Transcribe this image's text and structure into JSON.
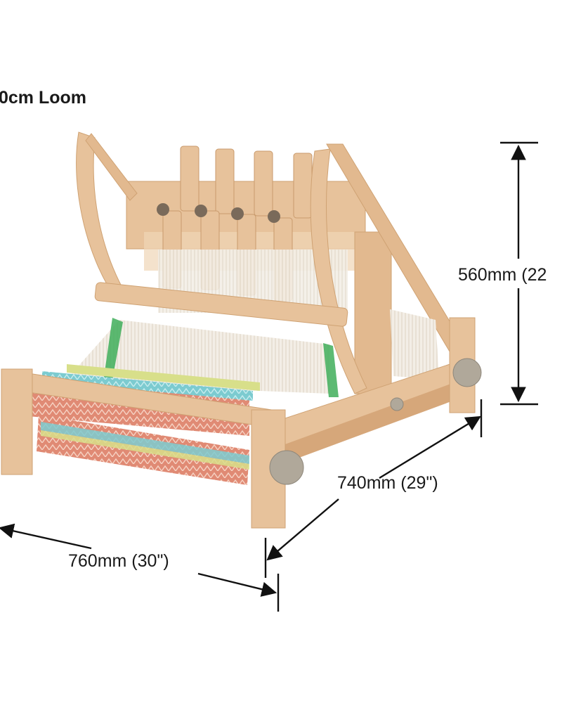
{
  "title": "0cm Loom",
  "dimensions": {
    "height": "560mm (22",
    "depth": "740mm (29\")",
    "width": "760mm (30\")"
  },
  "colors": {
    "wood": "#e7c29b",
    "wood_dark": "#d6a77a",
    "warp": "#f3eee6",
    "stripe_coral": "#e08a74",
    "stripe_turquoise": "#7ccbd0",
    "stripe_lime": "#d8df8a",
    "heddle_frame_edge": "#3fae5a",
    "knob": "#b0a89a",
    "arrow": "#111111"
  }
}
